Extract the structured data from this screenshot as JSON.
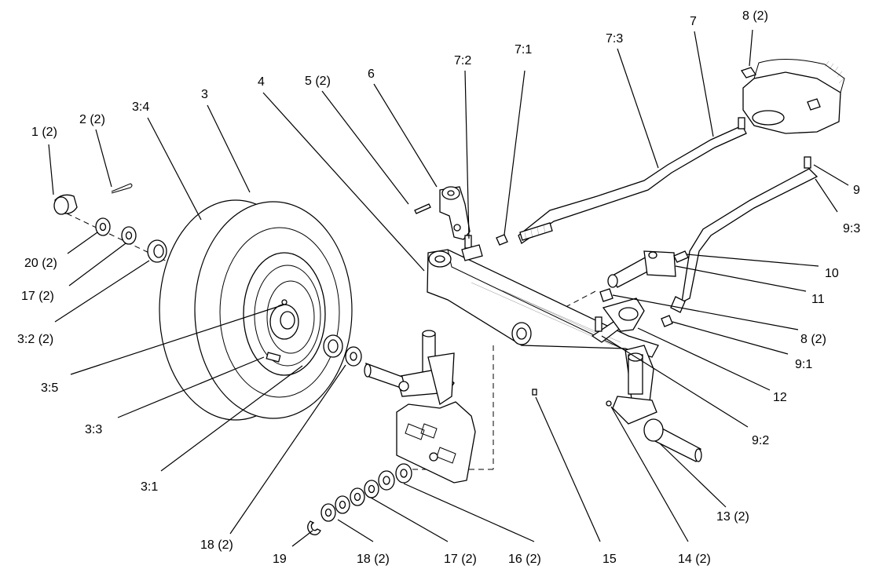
{
  "callouts": [
    {
      "key": "c1",
      "label": "1 (2)"
    },
    {
      "key": "c2",
      "label": "2 (2)"
    },
    {
      "key": "c3_4",
      "label": "3:4"
    },
    {
      "key": "c3",
      "label": "3"
    },
    {
      "key": "c4",
      "label": "4"
    },
    {
      "key": "c5",
      "label": "5 (2)"
    },
    {
      "key": "c6",
      "label": "6"
    },
    {
      "key": "c7_2",
      "label": "7:2"
    },
    {
      "key": "c7_1",
      "label": "7:1"
    },
    {
      "key": "c7_3",
      "label": "7:3"
    },
    {
      "key": "c7",
      "label": "7"
    },
    {
      "key": "c8_top",
      "label": "8 (2)"
    },
    {
      "key": "c9",
      "label": "9"
    },
    {
      "key": "c9_3",
      "label": "9:3"
    },
    {
      "key": "c10",
      "label": "10"
    },
    {
      "key": "c11",
      "label": "11"
    },
    {
      "key": "c8_mid",
      "label": "8 (2)"
    },
    {
      "key": "c9_1",
      "label": "9:1"
    },
    {
      "key": "c12",
      "label": "12"
    },
    {
      "key": "c9_2",
      "label": "9:2"
    },
    {
      "key": "c13",
      "label": "13 (2)"
    },
    {
      "key": "c14",
      "label": "14 (2)"
    },
    {
      "key": "c15",
      "label": "15"
    },
    {
      "key": "c16",
      "label": "16 (2)"
    },
    {
      "key": "c17_bot",
      "label": "17 (2)"
    },
    {
      "key": "c18_bot",
      "label": "18 (2)"
    },
    {
      "key": "c19",
      "label": "19"
    },
    {
      "key": "c18_left",
      "label": "18 (2)"
    },
    {
      "key": "c3_1",
      "label": "3:1"
    },
    {
      "key": "c3_3",
      "label": "3:3"
    },
    {
      "key": "c3_5",
      "label": "3:5"
    },
    {
      "key": "c3_2",
      "label": "3:2 (2)"
    },
    {
      "key": "c17_left",
      "label": "17 (2)"
    },
    {
      "key": "c20",
      "label": "20 (2)"
    }
  ]
}
